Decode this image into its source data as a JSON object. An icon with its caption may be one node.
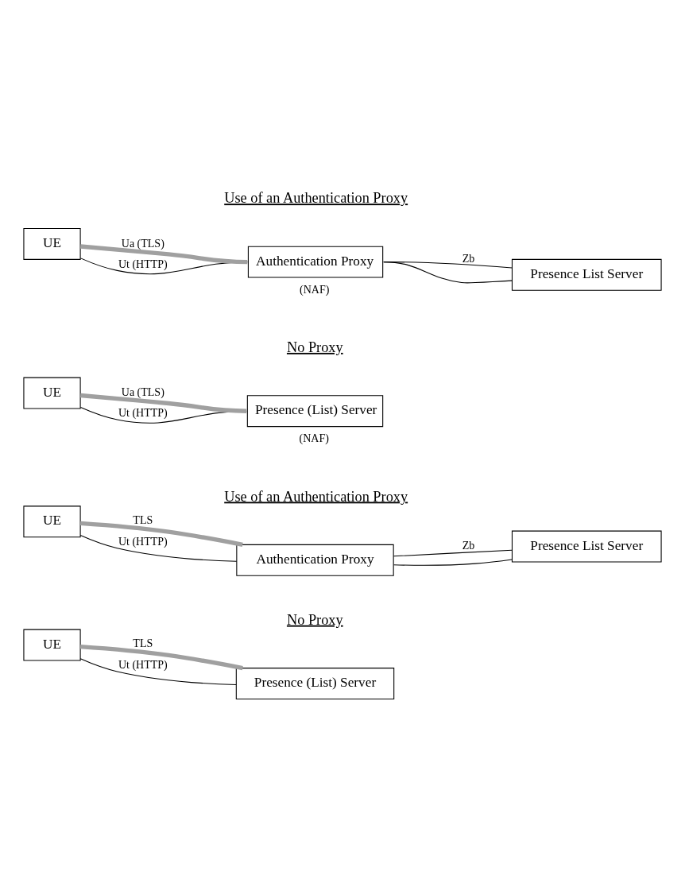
{
  "diagram": {
    "nodes": [
      {
        "text": [
          "UE"
        ]
      },
      {
        "text": [
          "Presence (List) Server"
        ]
      },
      {
        "text": [
          "UE"
        ]
      },
      {
        "text": [
          "Authentication Proxy"
        ]
      },
      {
        "text": [
          "Presence List Server"
        ]
      },
      {
        "text": [
          "UE"
        ]
      },
      {
        "text": [
          "Presence (List) Server"
        ],
        "beside": [
          "(NAF)"
        ]
      },
      {
        "text": [
          "UE"
        ]
      },
      {
        "text": [
          "Authentication Proxy"
        ],
        "beside": [
          "(NAF)"
        ]
      },
      {
        "text": [
          "Presence List Server"
        ]
      }
    ],
    "edges": [
      {
        "from": 0,
        "to": 1,
        "arrow": "none",
        "label": "Ut (HTTP)"
      },
      {
        "from": 0,
        "to": 1,
        "arrow": "none",
        "label": "TLS",
        "style": "thick",
        "color": "#a0a0a0"
      },
      {
        "from": 2,
        "to": 3,
        "arrow": "none",
        "label": "Ut (HTTP)"
      },
      {
        "from": 2,
        "to": 3,
        "arrow": "none",
        "label": "TLS",
        "style": "thick",
        "color": "#a0a0a0"
      },
      {
        "from": 3,
        "to": 4,
        "arrow": "none"
      },
      {
        "from": 3,
        "to": 4,
        "arrow": "none",
        "label": "Zb"
      },
      {
        "from": 5,
        "to": 6,
        "arrow": "none",
        "label": "Ut (HTTP)"
      },
      {
        "from": 5,
        "to": 6,
        "arrow": "none",
        "label": "Ua (TLS)",
        "style": "thick",
        "color": "#a0a0a0"
      },
      {
        "from": 7,
        "to": 8,
        "arrow": "none",
        "label": "Ut (HTTP)"
      },
      {
        "from": 7,
        "to": 8,
        "arrow": "none",
        "label": "Ua (TLS)",
        "style": "thick",
        "color": "#a0a0a0"
      },
      {
        "from": 8,
        "to": 9,
        "arrow": "none"
      },
      {
        "from": 8,
        "to": 9,
        "arrow": "none",
        "label": "Zb"
      }
    ],
    "labels": [
      "No Proxy",
      "Use of an Authentication Proxy",
      "No Proxy",
      "Use of an Authentication Proxy"
    ]
  }
}
